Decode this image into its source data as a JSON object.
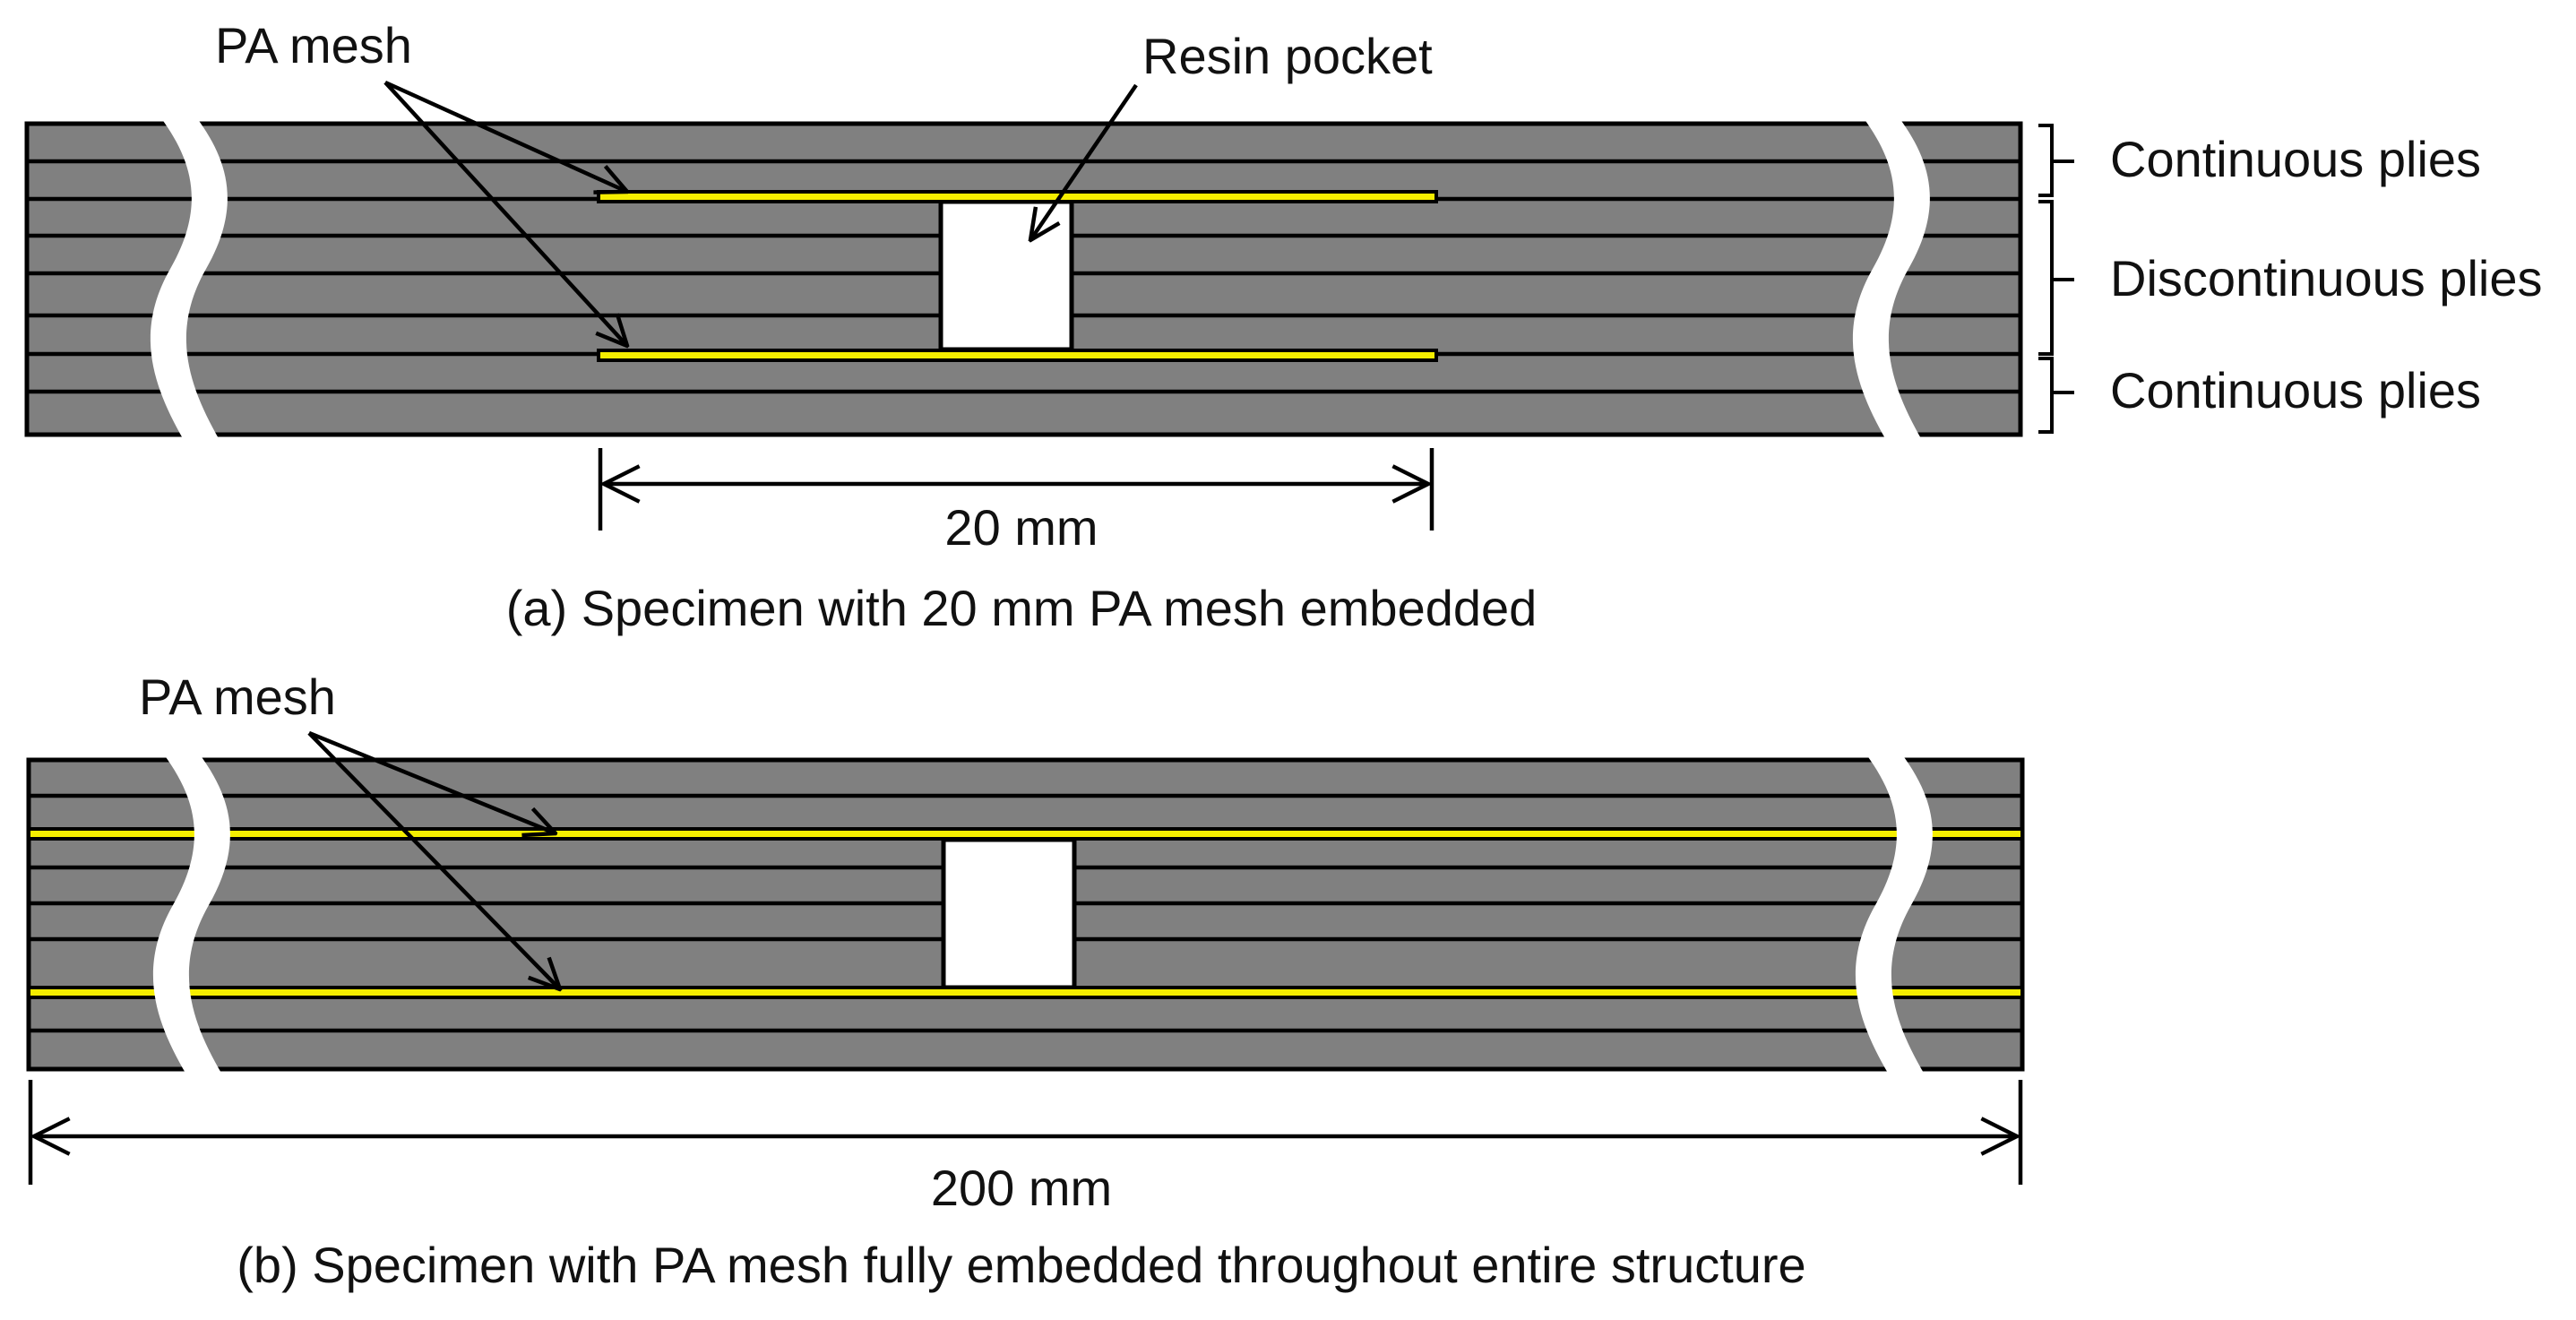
{
  "colors": {
    "laminate": "#808080",
    "ply_line": "#000000",
    "pa_mesh": "#f5ee00",
    "resin_pocket": "#ffffff"
  },
  "panel_a": {
    "caption": "(a) Specimen with 20 mm PA mesh embedded",
    "mesh_label": "PA mesh",
    "pocket_label": "Resin pocket",
    "dimension_label": "20 mm",
    "ply_groups": [
      {
        "label": "Continuous plies"
      },
      {
        "label": "Discontinuous plies"
      },
      {
        "label": "Continuous plies"
      }
    ]
  },
  "panel_b": {
    "caption": "(b) Specimen with PA mesh fully embedded throughout entire structure",
    "mesh_label": "PA mesh",
    "dimension_label": "200 mm"
  }
}
